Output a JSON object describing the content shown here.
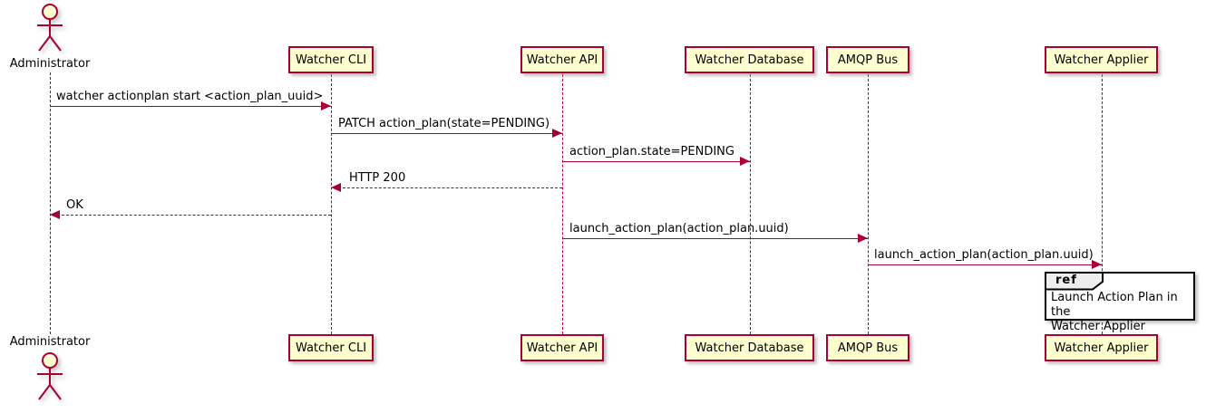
{
  "colors": {
    "participant_fill": "#FEFECE",
    "line_stroke": "#A80036",
    "text": "#000000",
    "ref_header_fill": "#EEEEEE",
    "ref_border": "#000000",
    "background": "#FFFFFF"
  },
  "actor": {
    "label": "Administrator"
  },
  "participants": [
    {
      "label": "Watcher CLI"
    },
    {
      "label": "Watcher API"
    },
    {
      "label": "Watcher Database"
    },
    {
      "label": "AMQP Bus"
    },
    {
      "label": "Watcher Applier"
    }
  ],
  "messages": [
    {
      "label": "watcher actionplan start <action_plan_uuid>",
      "from": "Administrator",
      "to": "Watcher CLI",
      "style": "solid"
    },
    {
      "label": "PATCH action_plan(state=PENDING)",
      "from": "Watcher CLI",
      "to": "Watcher API",
      "style": "solid"
    },
    {
      "label": "action_plan.state=PENDING",
      "from": "Watcher API",
      "to": "Watcher Database",
      "style": "solid"
    },
    {
      "label": "HTTP 200",
      "from": "Watcher API",
      "to": "Watcher CLI",
      "style": "dashed"
    },
    {
      "label": "OK",
      "from": "Watcher CLI",
      "to": "Administrator",
      "style": "dashed"
    },
    {
      "label": "launch_action_plan(action_plan.uuid)",
      "from": "Watcher API",
      "to": "AMQP Bus",
      "style": "solid"
    },
    {
      "label": "launch_action_plan(action_plan.uuid)",
      "from": "AMQP Bus",
      "to": "Watcher Applier",
      "style": "solid"
    }
  ],
  "ref": {
    "keyword": "ref",
    "label": "Launch Action Plan in the\nWatcher Applier"
  }
}
